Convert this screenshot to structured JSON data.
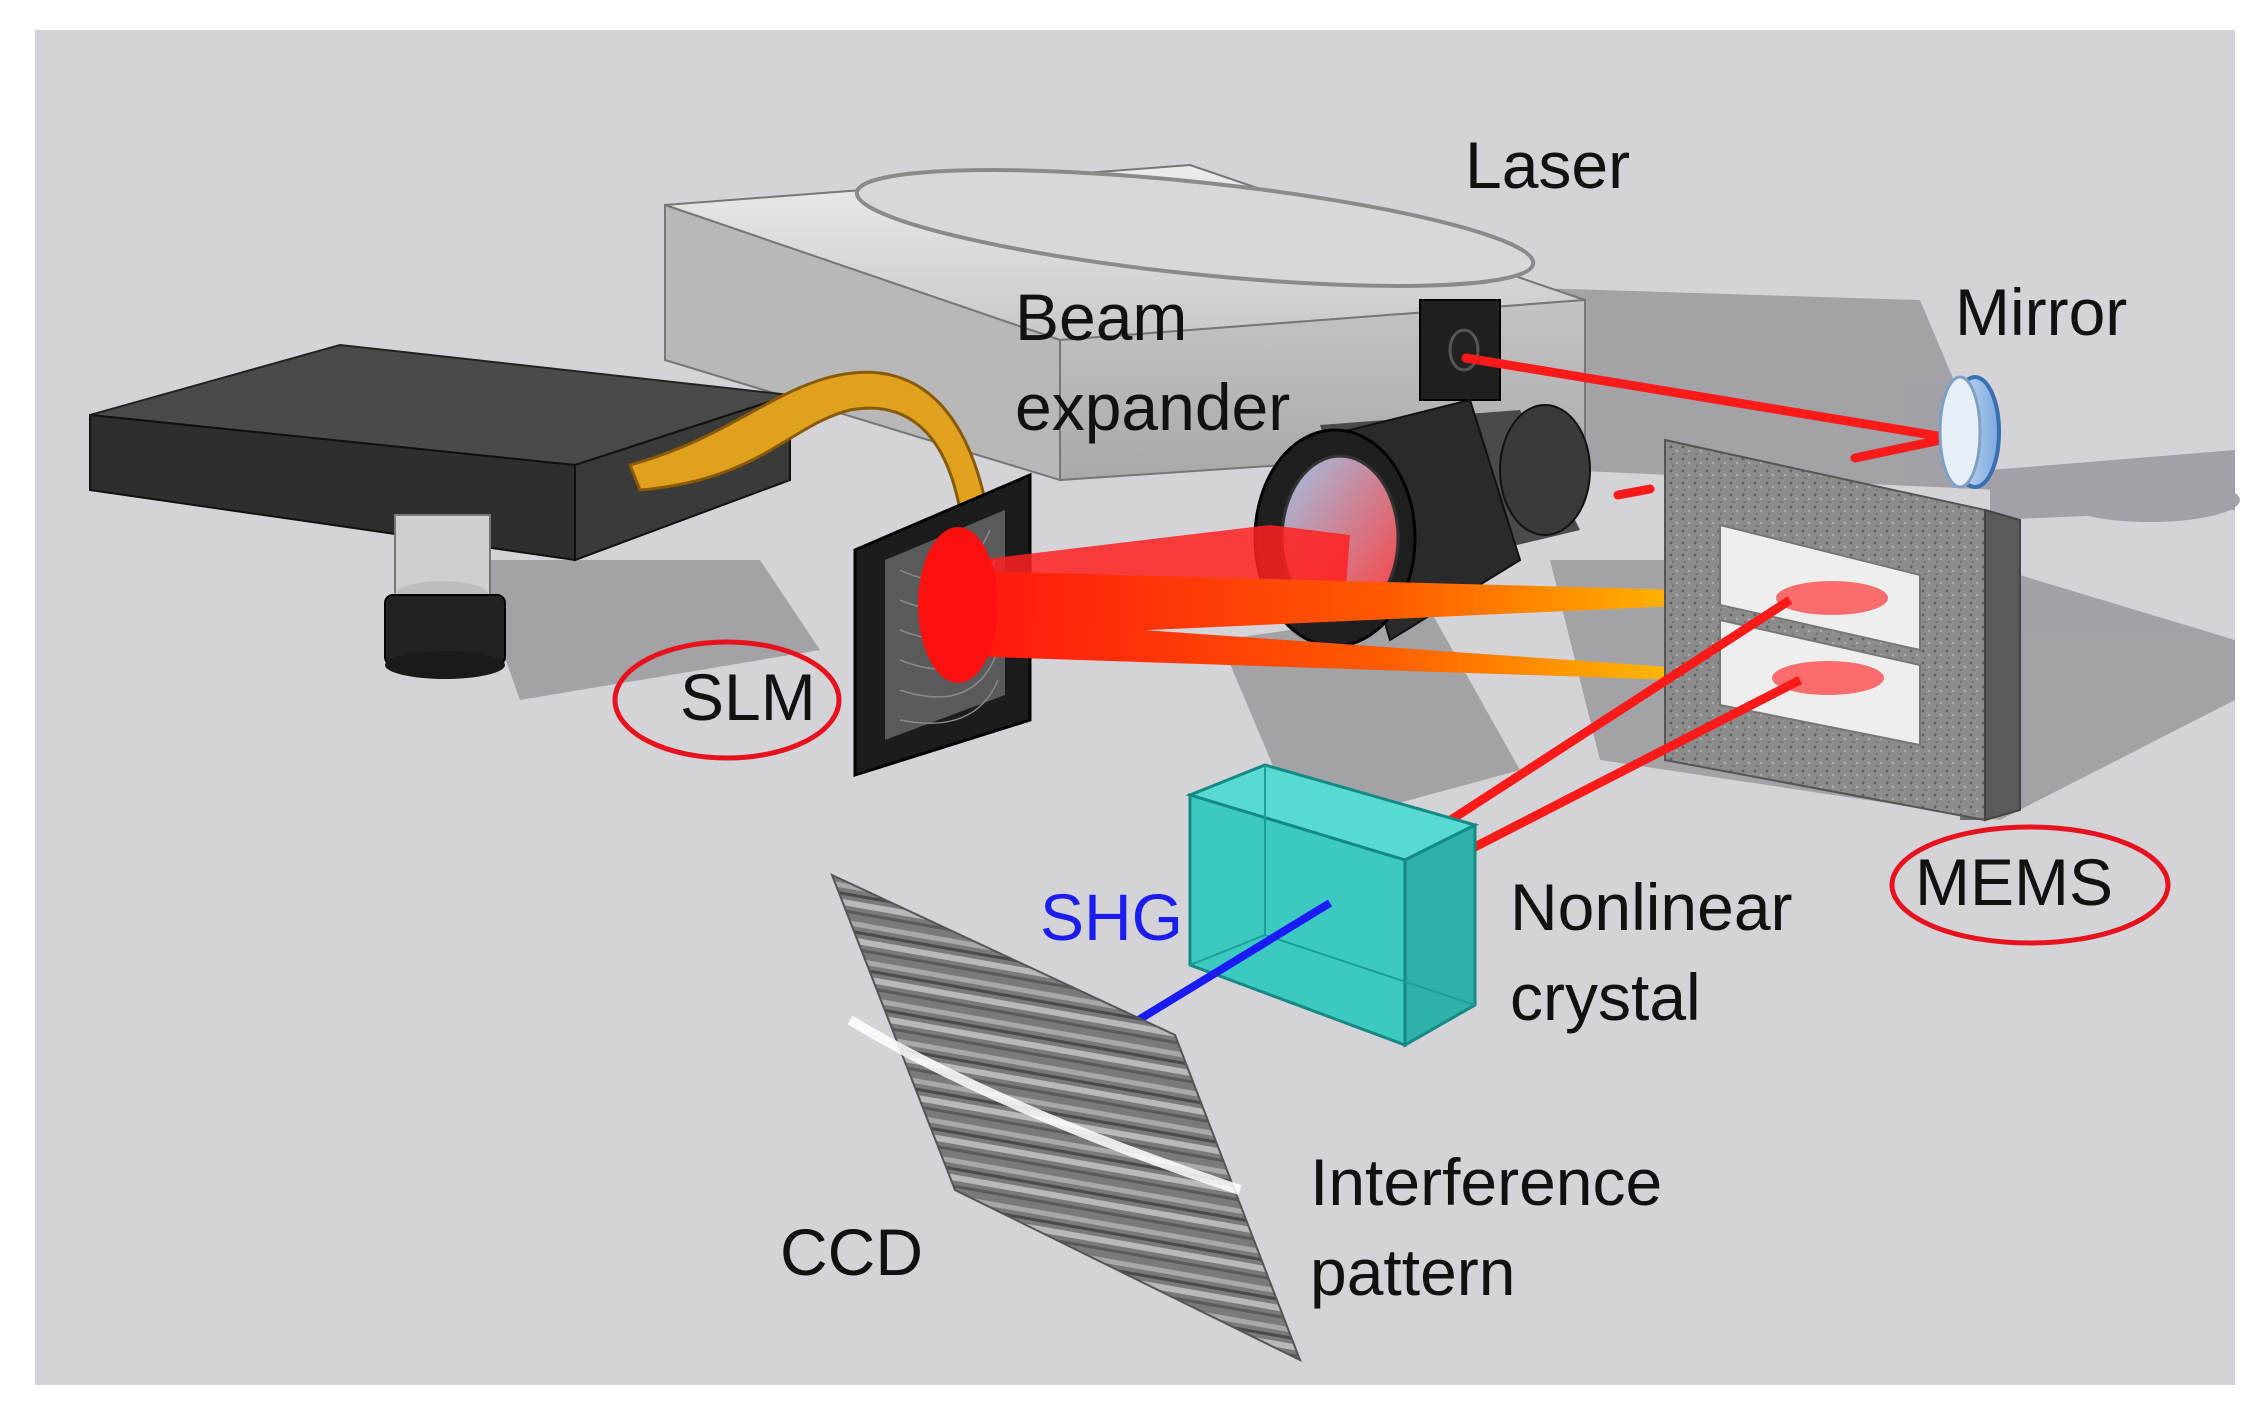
{
  "labels": {
    "laser": "Laser",
    "mirror": "Mirror",
    "beam_expander_line1": "Beam",
    "beam_expander_line2": "expander",
    "slm": "SLM",
    "mems": "MEMS",
    "shg": "SHG",
    "nonlinear_line1": "Nonlinear",
    "nonlinear_line2": "crystal",
    "interference_line1": "Interference",
    "interference_line2": "pattern",
    "ccd": "CCD"
  },
  "colors": {
    "background": "#d3d3d8",
    "laser_beam": "#ff1a1a",
    "shg_beam": "#1a1aff",
    "highlight_ring": "#e8121e",
    "crystal": "#3cc9c0",
    "ribbon_cable": "#e0a21e"
  },
  "highlighted": [
    "SLM",
    "MEMS"
  ]
}
